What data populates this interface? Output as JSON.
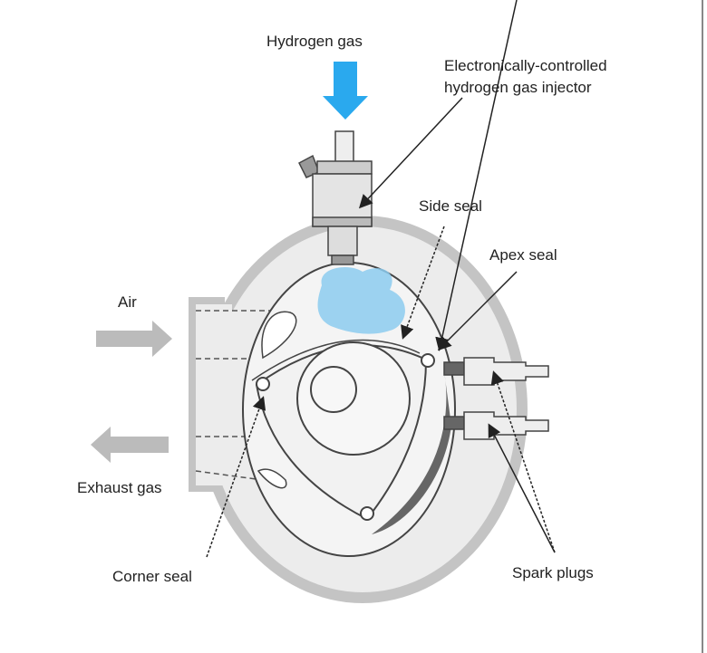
{
  "labels": {
    "hydrogen_gas": "Hydrogen gas",
    "injector_line1": "Electronically-controlled",
    "injector_line2": "hydrogen gas injector",
    "side_seal": "Side seal",
    "apex_seal": "Apex seal",
    "air": "Air",
    "exhaust_gas": "Exhaust gas",
    "corner_seal": "Corner seal",
    "spark_plugs": "Spark plugs"
  },
  "colors": {
    "hydrogen": "#2aa9ee",
    "hydrogen_cloud": "#8ccbef",
    "housing": "#c4c4c4",
    "fill": "#ececec",
    "line": "#444444"
  }
}
